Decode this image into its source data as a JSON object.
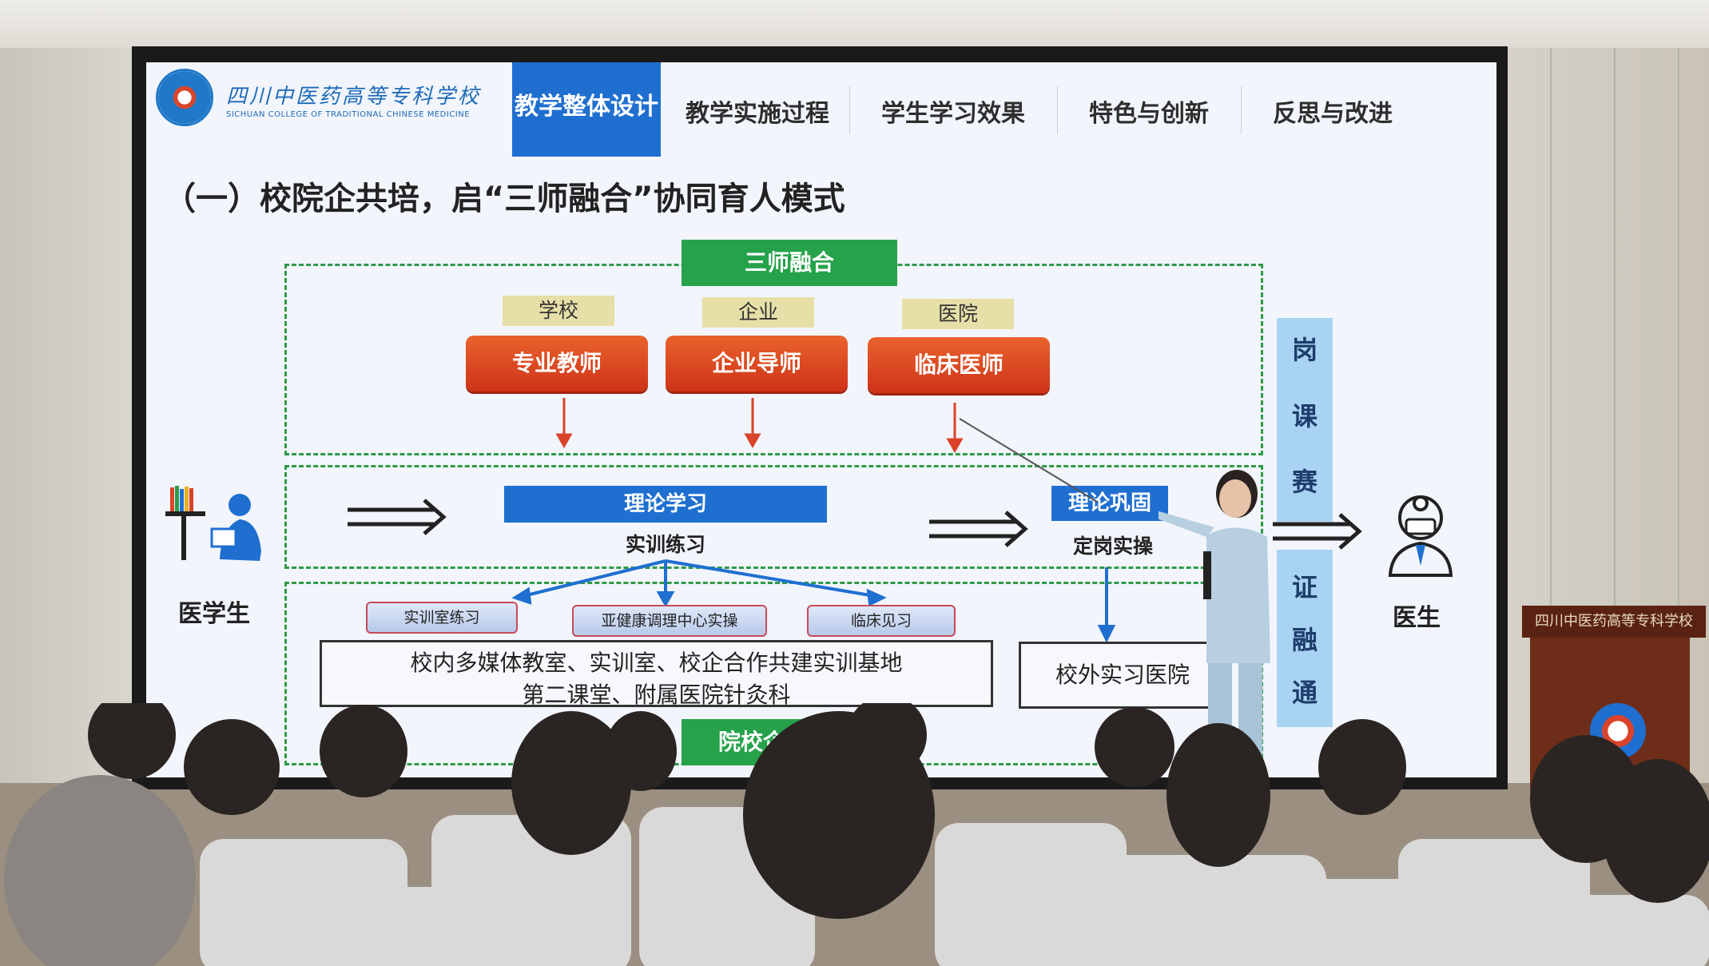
{
  "header": {
    "logo_cn": "四川中医药高等专科学校",
    "logo_en": "SICHUAN COLLEGE OF TRADITIONAL CHINESE MEDICINE",
    "tabs": [
      {
        "label": "教学整体设计",
        "active": true
      },
      {
        "label": "教学实施过程",
        "active": false
      },
      {
        "label": "学生学习效果",
        "active": false
      },
      {
        "label": "特色与创新",
        "active": false
      },
      {
        "label": "反思与改进",
        "active": false
      }
    ]
  },
  "heading": "（一）校院企共培，启“三师融合”协同育人模式",
  "diagram": {
    "top_label": "三师融合",
    "sources": [
      {
        "tag": "学校",
        "role": "专业教师"
      },
      {
        "tag": "企业",
        "role": "企业导师"
      },
      {
        "tag": "医院",
        "role": "临床医师"
      }
    ],
    "left_label": "医学生",
    "right_label": "医生",
    "theory": "理论学习",
    "practice": "实训练习",
    "consolidate": "理论巩固",
    "onpost": "定岗实操",
    "sub_items": [
      "实训室练习",
      "亚健康调理中心实操",
      "临床见习"
    ],
    "campus_line1": "校内多媒体教室、实训室、校企合作共建实训基地",
    "campus_line2": "第二课堂、附属医院针灸科",
    "offcampus": "校外实习医院",
    "bottom_label": "院校企共培",
    "vertical_top": [
      "岗",
      "课",
      "赛"
    ],
    "vertical_bottom": [
      "证",
      "融",
      "通"
    ]
  },
  "podium_text": "四川中医药高等专科学校",
  "colors": {
    "accent_blue": "#1f6fd0",
    "green": "#26a24a",
    "red": "#d9432a",
    "light_blue": "#a9d3f3"
  }
}
